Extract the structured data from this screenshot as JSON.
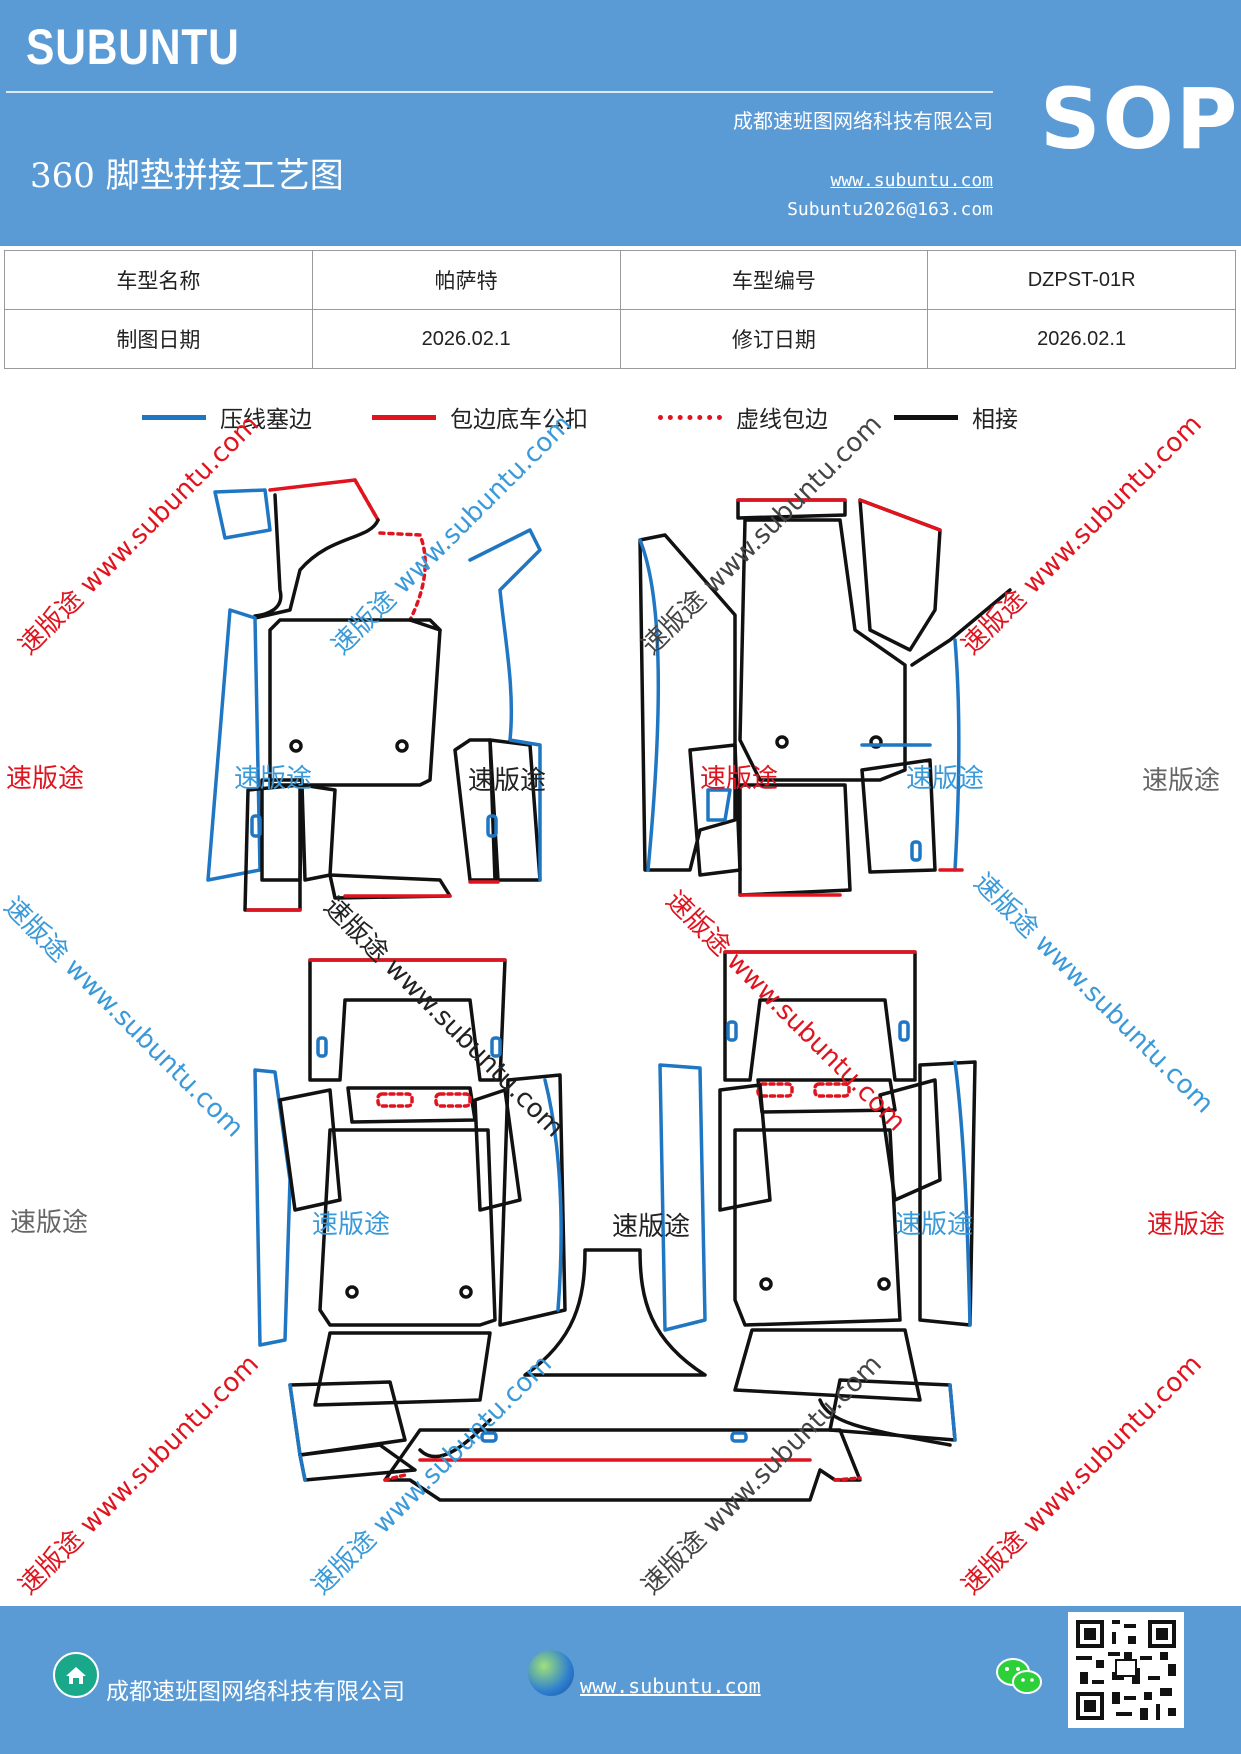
{
  "header": {
    "brand": "SUBUNTU",
    "company": "成都速班图网络科技有限公司",
    "title": "360 脚垫拼接工艺图",
    "website": "www.subuntu.com",
    "email": "Subuntu2026@163.com",
    "badge": "SOP"
  },
  "info_table": [
    [
      "车型名称",
      "帕萨特",
      "车型编号",
      "DZPST-01R"
    ],
    [
      "制图日期",
      "2026.02.1",
      "修订日期",
      "2026.02.1"
    ]
  ],
  "legend": [
    {
      "label": "压线塞边",
      "color": "#1f77c4",
      "style": "solid"
    },
    {
      "label": "包边底车公扣",
      "color": "#e0141e",
      "style": "solid"
    },
    {
      "label": "虚线包边",
      "color": "#e0141e",
      "style": "dotted"
    },
    {
      "label": "相接",
      "color": "#111111",
      "style": "solid"
    }
  ],
  "watermark": {
    "brand": "速版途",
    "brand_url": "速版途 www.subuntu.com",
    "url": "www.subuntu.com"
  },
  "colors": {
    "header_bg": "#5b9bd5",
    "blue": "#1f77c4",
    "red": "#e0141e",
    "black": "#111111",
    "wm_blue": "#3a9ad9",
    "wm_red": "#e0141e",
    "wm_gray": "#666666"
  },
  "footer": {
    "company": "成都速班图网络科技有限公司",
    "website": "www.subuntu.com",
    "icons": [
      "home-icon",
      "globe-icon",
      "wechat-icon",
      "qr-code"
    ]
  }
}
